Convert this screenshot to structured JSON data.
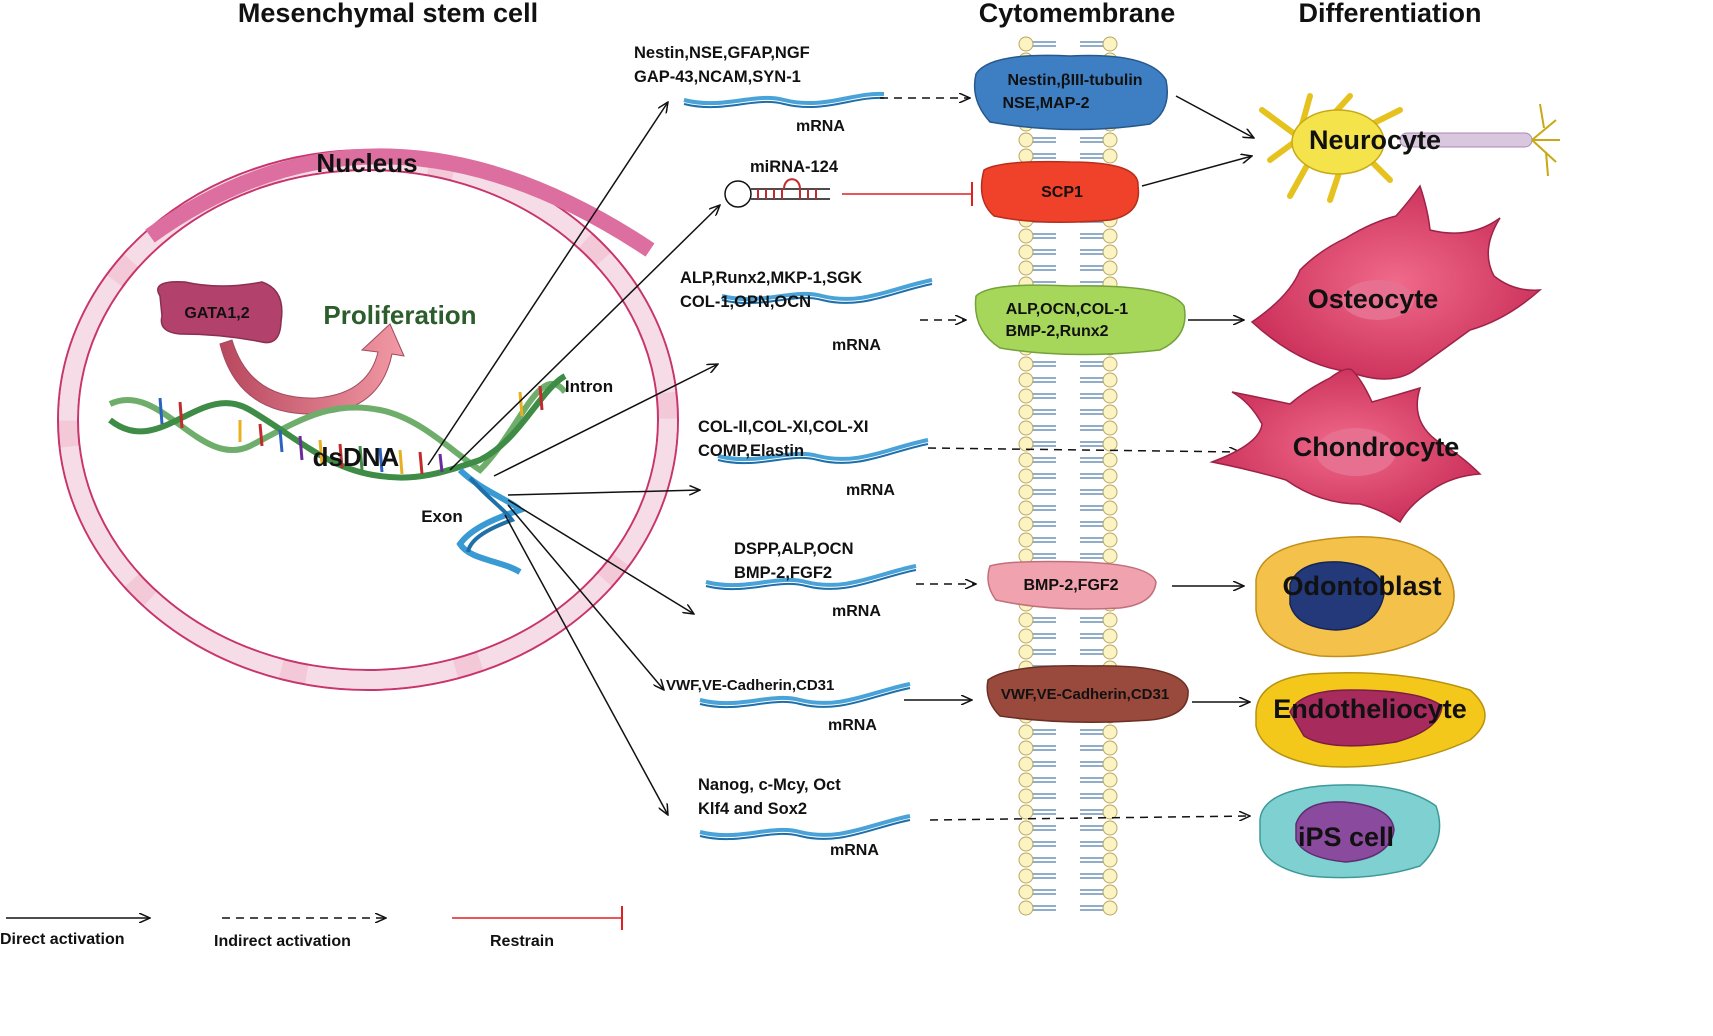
{
  "headers": {
    "msc": "Mesenchymal stem cell",
    "membrane": "Cytomembrane",
    "differentiation": "Differentiation"
  },
  "nucleus": {
    "label": "Nucleus",
    "gata": "GATA1,2",
    "proliferation": "Proliferation",
    "dsdna": "dsDNA",
    "intron": "Intron",
    "exon": "Exon"
  },
  "pathways": [
    {
      "genes": [
        "Nestin,NSE,GFAP,NGF",
        "GAP-43,NCAM,SYN-1"
      ],
      "mrna": "mRNA",
      "protein": [
        "Nestin,βIII-tubulin",
        "NSE,MAP-2"
      ],
      "protein_color": "#3e7fc4"
    },
    {
      "genes": [
        "miRNA-124"
      ],
      "mrna": "",
      "protein": [
        "SCP1"
      ],
      "protein_color": "#f0412a"
    },
    {
      "genes": [
        "ALP,Runx2,MKP-1,SGK",
        "COL-1,OPN,OCN"
      ],
      "mrna": "mRNA",
      "protein": [
        "ALP,OCN,COL-1",
        "BMP-2,Runx2"
      ],
      "protein_color": "#a6d65a"
    },
    {
      "genes": [
        "COL-II,COL-XI,COL-XI",
        "COMP,Elastin"
      ],
      "mrna": "mRNA",
      "protein": [],
      "protein_color": ""
    },
    {
      "genes": [
        "DSPP,ALP,OCN",
        "BMP-2,FGF2"
      ],
      "mrna": "mRNA",
      "protein": [
        "BMP-2,FGF2"
      ],
      "protein_color": "#f0a3ae"
    },
    {
      "genes": [
        "VWF,VE-Cadherin,CD31"
      ],
      "mrna": "mRNA",
      "protein": [
        "VWF,VE-Cadherin,CD31"
      ],
      "protein_color": "#9a4a3c"
    },
    {
      "genes": [
        "Nanog, c-Mcy, Oct",
        "Klf4 and Sox2"
      ],
      "mrna": "mRNA",
      "protein": [],
      "protein_color": ""
    }
  ],
  "cells": [
    {
      "name": "Neurocyte",
      "color": "#f4e34a"
    },
    {
      "name": "Osteocyte",
      "color": "#d23a5e"
    },
    {
      "name": "Chondrocyte",
      "color": "#d23a5e"
    },
    {
      "name": "Odontoblast",
      "color": "#f4c24a"
    },
    {
      "name": "Endotheliocyte",
      "color": "#f4c81a"
    },
    {
      "name": "iPS cell",
      "color": "#7fd0d0"
    }
  ],
  "legend": {
    "direct": "Direct activation",
    "indirect": "Indirect activation",
    "restrain": "Restrain"
  }
}
